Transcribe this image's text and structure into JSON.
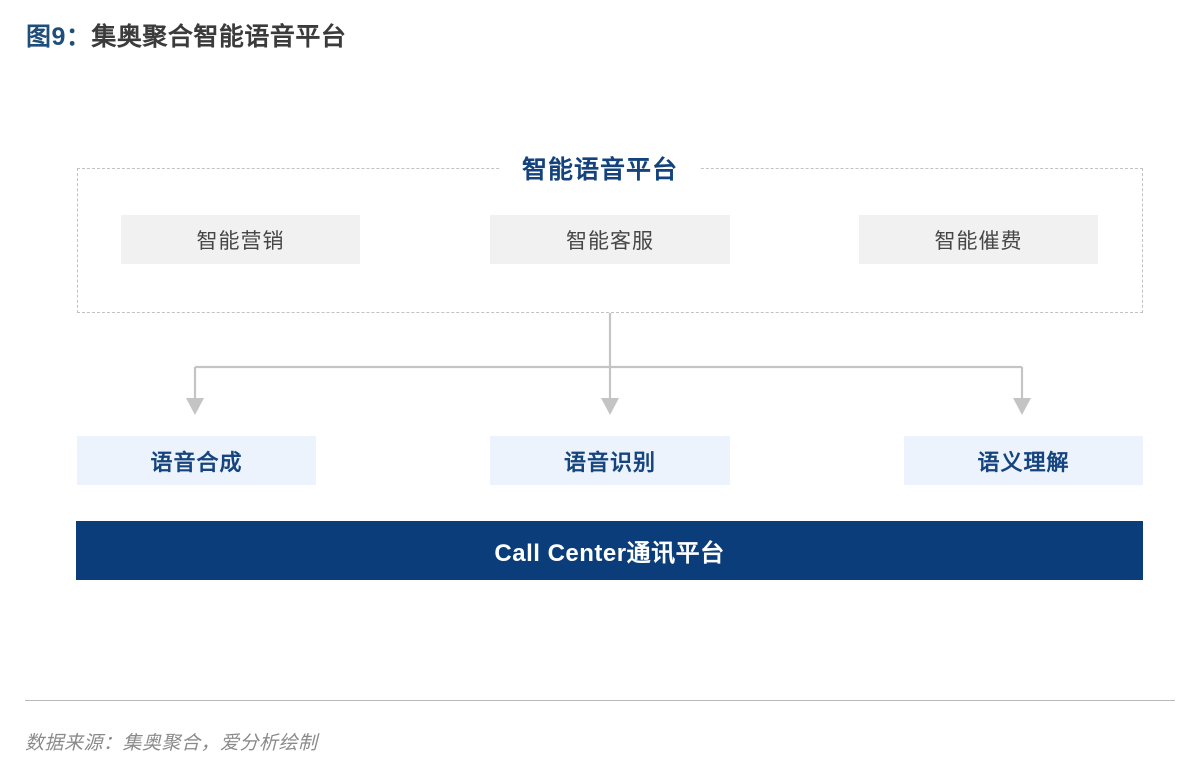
{
  "figure": {
    "number_label": "图9：",
    "title": "集奥聚合智能语音平台"
  },
  "diagram": {
    "platform_group": {
      "label": "智能语音平台",
      "border_style": "dashed",
      "border_color": "#c2c2c2",
      "label_color": "#13427c"
    },
    "application_boxes": [
      {
        "label": "智能营销"
      },
      {
        "label": "智能客服"
      },
      {
        "label": "智能催费"
      }
    ],
    "application_box_style": {
      "background": "#f1f1f1",
      "text_color": "#464646"
    },
    "capability_boxes": [
      {
        "label": "语音合成"
      },
      {
        "label": "语音识别"
      },
      {
        "label": "语义理解"
      }
    ],
    "capability_box_style": {
      "background": "#ecf3fc",
      "text_color": "#15447e"
    },
    "foundation_bar": {
      "label": "Call Center通讯平台",
      "background": "#0a3d7a",
      "text_color": "#ffffff"
    },
    "connector_style": {
      "color": "#c4c4c4",
      "arrow_count": 3
    }
  },
  "footer": {
    "source_note": "数据来源：集奥聚合，爱分析绘制"
  }
}
